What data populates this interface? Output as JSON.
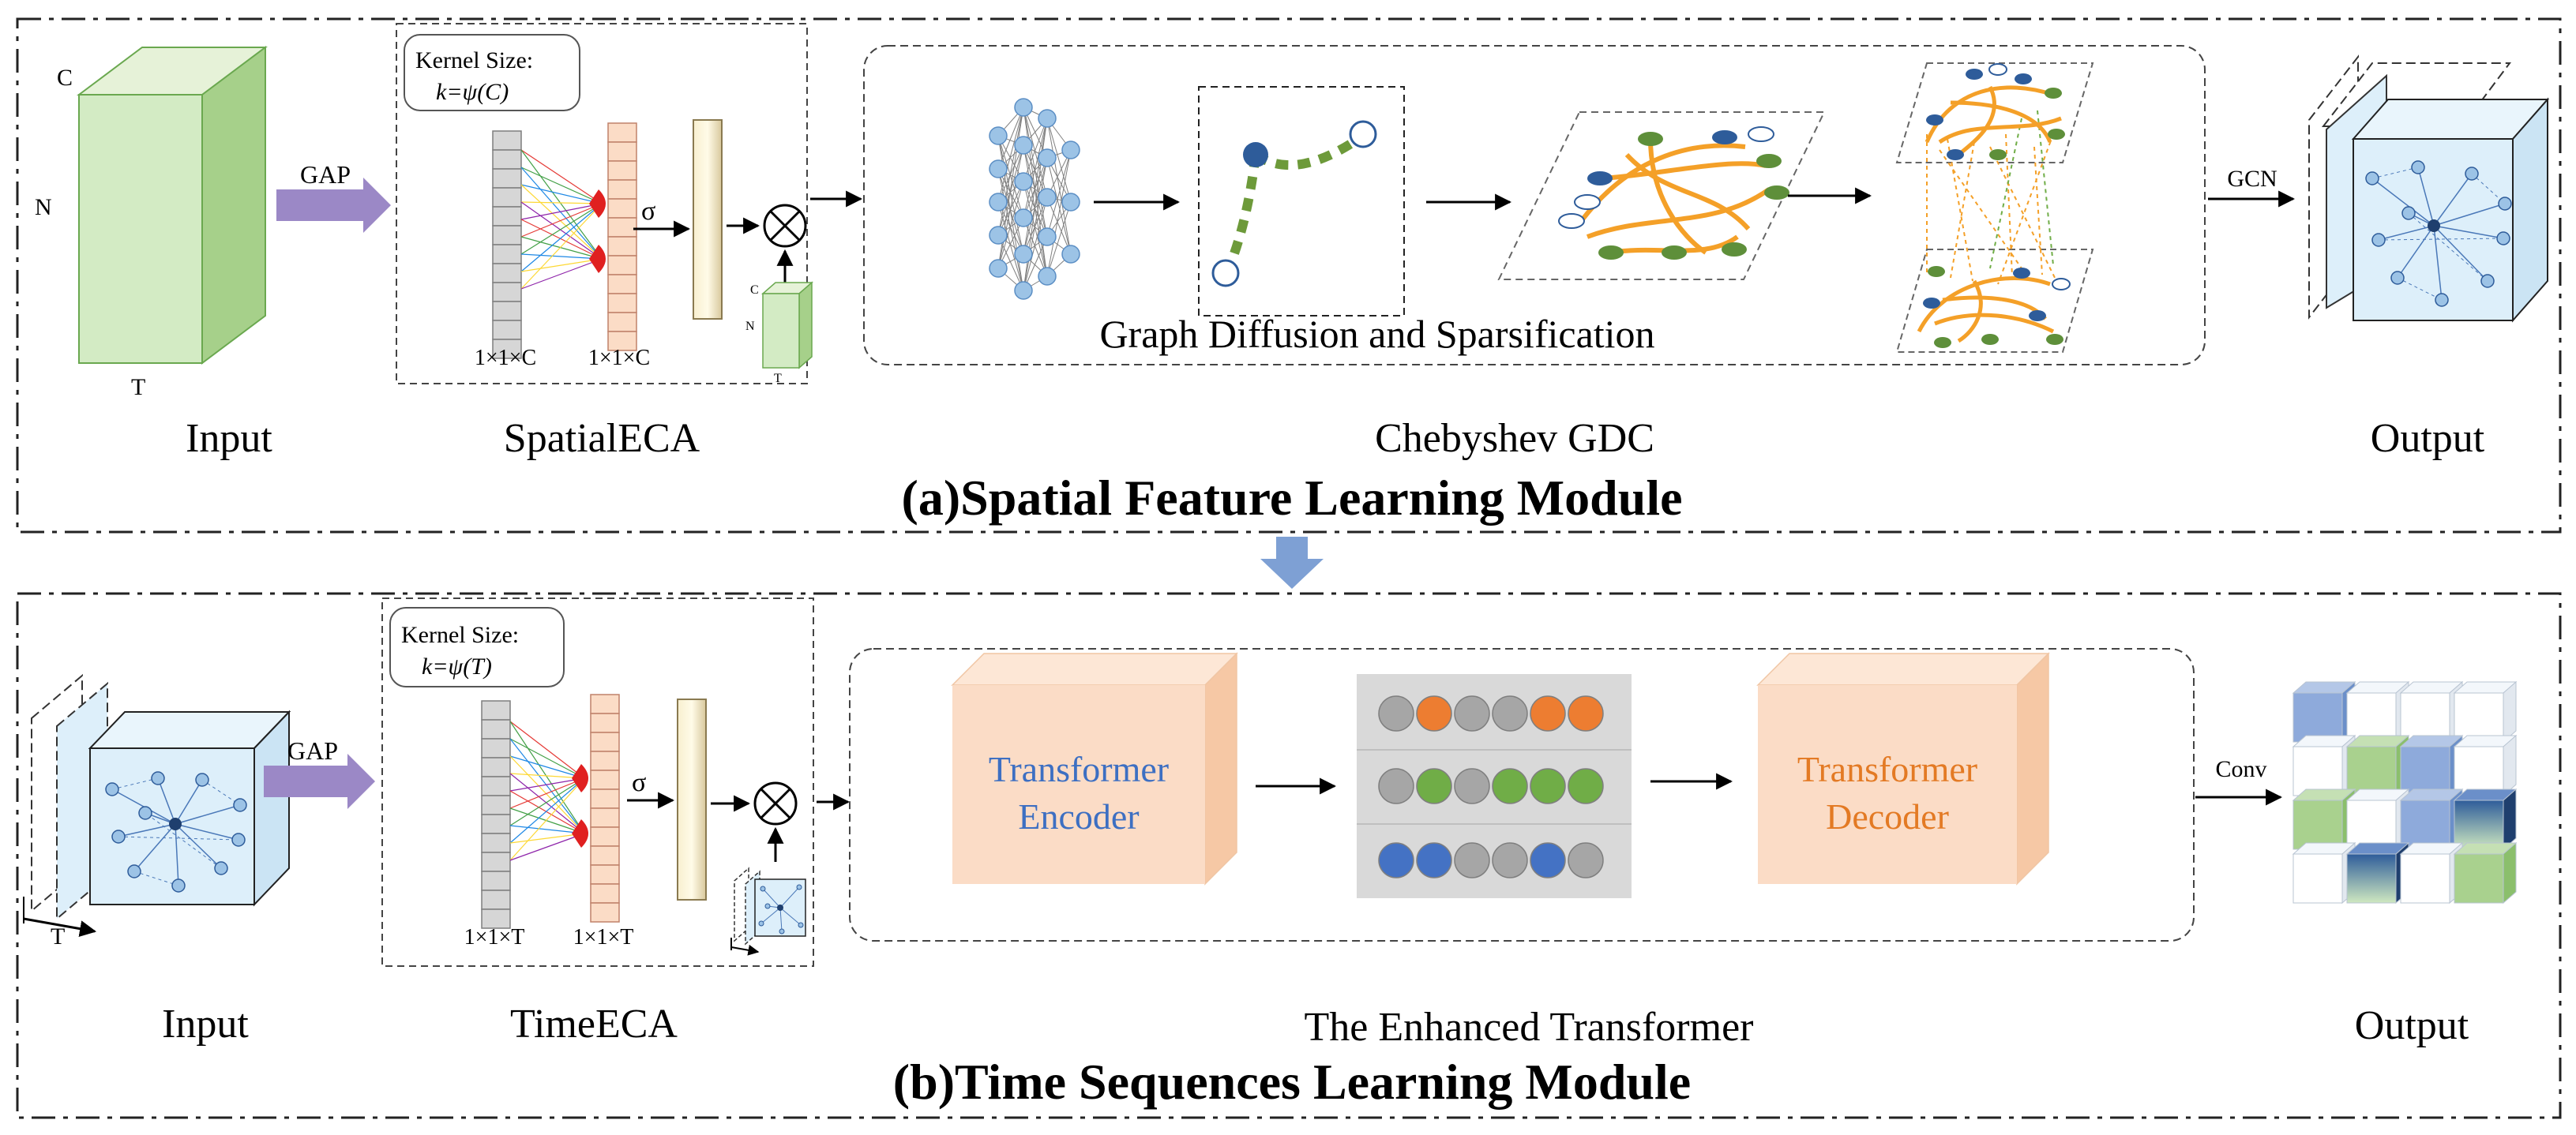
{
  "panel_a": {
    "title": "(a)Spatial Feature Learning Module",
    "input": {
      "label": "Input",
      "axis_c": "C",
      "axis_n": "N",
      "axis_t": "T"
    },
    "gap_label": "GAP",
    "eca": {
      "name": "SpatialECA",
      "kernel_title": "Kernel Size:",
      "kernel_formula": "k=ψ(C)",
      "vec1_label": "1×1×C",
      "vec2_label": "1×1×C",
      "sigma": "σ",
      "mini_c": "C",
      "mini_n": "N",
      "mini_t": "T"
    },
    "gdc": {
      "name": "Chebyshev GDC",
      "caption": "Graph Diffusion and Sparsification"
    },
    "gcn_label": "GCN",
    "output_label": "Output"
  },
  "panel_b": {
    "title": "(b)Time Sequences Learning Module",
    "input": {
      "label": "Input",
      "axis_t": "T"
    },
    "gap_label": "GAP",
    "eca": {
      "name": "TimeECA",
      "kernel_title": "Kernel Size:",
      "kernel_formula": "k=ψ(T)",
      "vec1_label": "1×1×T",
      "vec2_label": "1×1×T",
      "sigma": "σ"
    },
    "transformer": {
      "name": "The Enhanced Transformer",
      "encoder_line1": "Transformer",
      "encoder_line2": "Encoder",
      "decoder_line1": "Transformer",
      "decoder_line2": "Decoder"
    },
    "conv_label": "Conv",
    "output_label": "Output"
  },
  "colors": {
    "green_front": "#d3ebc4",
    "green_side": "#a6d08a",
    "salmon": "#f9d4b8",
    "gray_cell": "#d9d9d9",
    "node_blue": "#9cc3e6",
    "arrow_purple": "#9b88c6",
    "arrow_blue": "#7ea0d4",
    "encoder_text": "#3d6fc2",
    "decoder_text": "#e37a24",
    "token_orange": "#ed7d31",
    "token_green": "#70ad47",
    "token_blue": "#4472c4",
    "token_gray": "#a6a6a6",
    "graph_orange": "#f4a028",
    "graph_darkblue": "#2e5c9a",
    "graph_green": "#5e8f3a"
  }
}
